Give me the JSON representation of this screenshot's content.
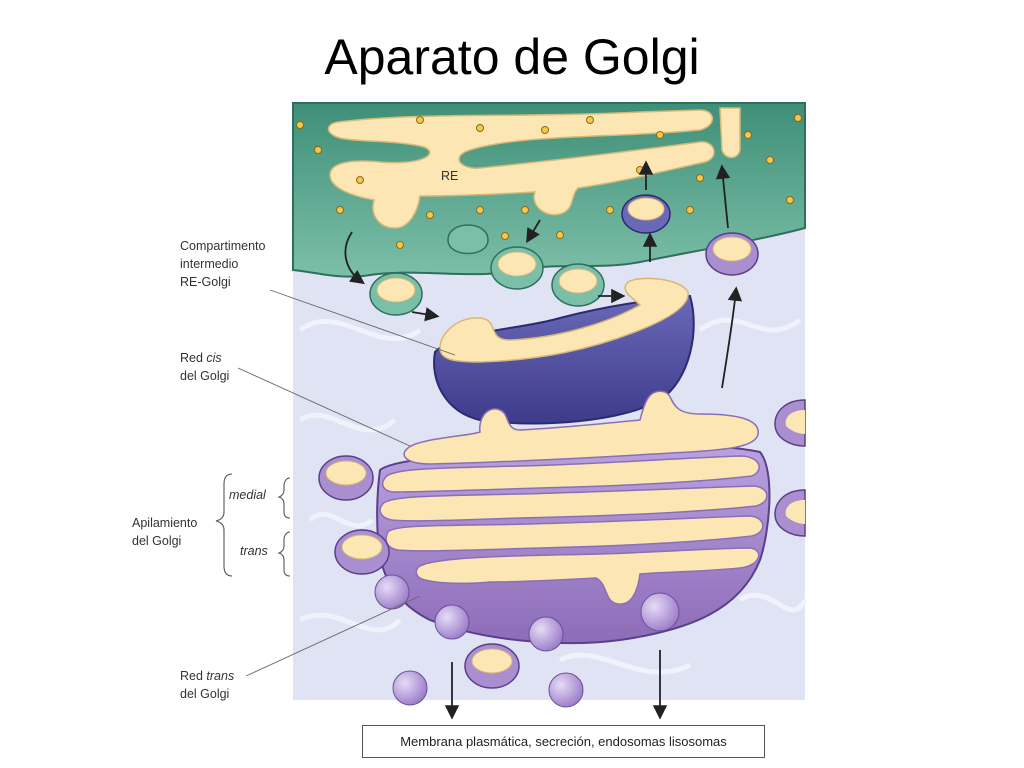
{
  "slide": {
    "title": "Aparato de Golgi"
  },
  "labels": {
    "re": "RE",
    "compartment_line1": "Compartimento",
    "compartment_line2": "intermedio",
    "compartment_line3": "RE-Golgi",
    "cis_prefix": "Red ",
    "cis_italic": "cis",
    "cis_line2": "del Golgi",
    "medial": "medial",
    "stack_line1": "Apilamiento",
    "stack_line2": "del Golgi",
    "trans": "trans",
    "trans_prefix": "Red ",
    "trans_italic": "trans",
    "trans_line2": "del Golgi"
  },
  "destination_box": "Membrana plasmática, secreción, endosomas lisosomas",
  "colors": {
    "er": "#4f9d84",
    "lumen": "#fbe6b4",
    "cis_network": "#4e4c9c",
    "golgi_stack": "#9c7cc4",
    "vesicle_purple": "#a98fd0",
    "background": "#dfe3f4"
  }
}
